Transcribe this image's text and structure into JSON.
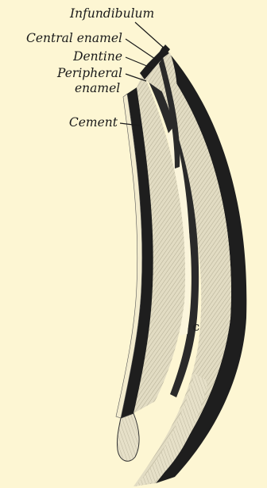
{
  "labels": {
    "infundibulum": "Infundibulum",
    "central_enamel": "Central enamel",
    "dentine": "Dentine",
    "peripheral_enamel_line1": "Peripheral",
    "peripheral_enamel_line2": "enamel",
    "cement": "Cement",
    "cavity": "c"
  },
  "colors": {
    "background": "#fdf6d3",
    "enamel": "#1e1e1e",
    "dentine": "#d9d4be",
    "ink": "#1a1a1a"
  }
}
